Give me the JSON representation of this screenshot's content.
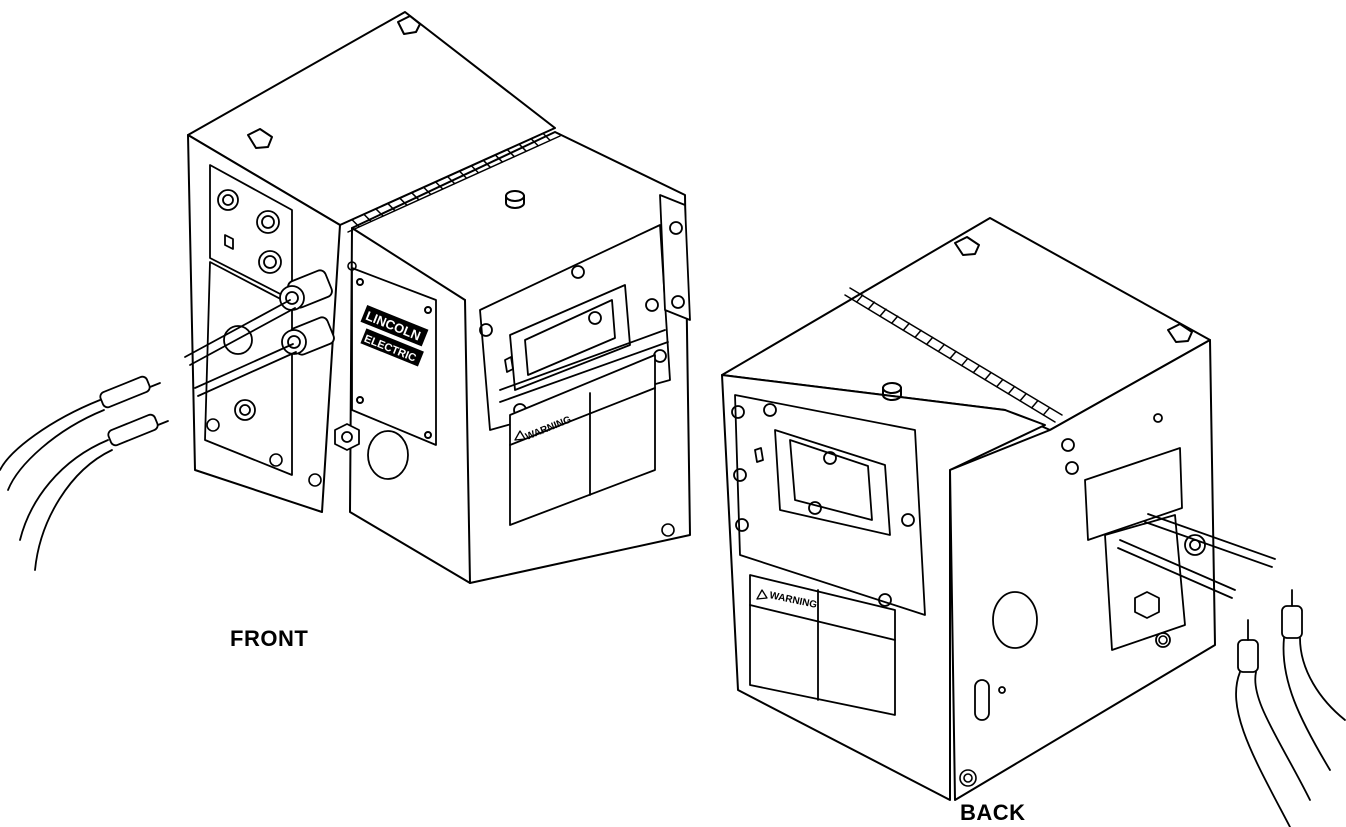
{
  "labels": {
    "front": "FRONT",
    "back": "BACK"
  },
  "front_unit": {
    "brand_top": "LINCOLN",
    "brand_bottom": "ELECTRIC",
    "warning_label": "WARNING"
  },
  "back_unit": {
    "warning_label": "WARNING"
  },
  "colors": {
    "ink": "#000000",
    "paper": "#ffffff"
  }
}
